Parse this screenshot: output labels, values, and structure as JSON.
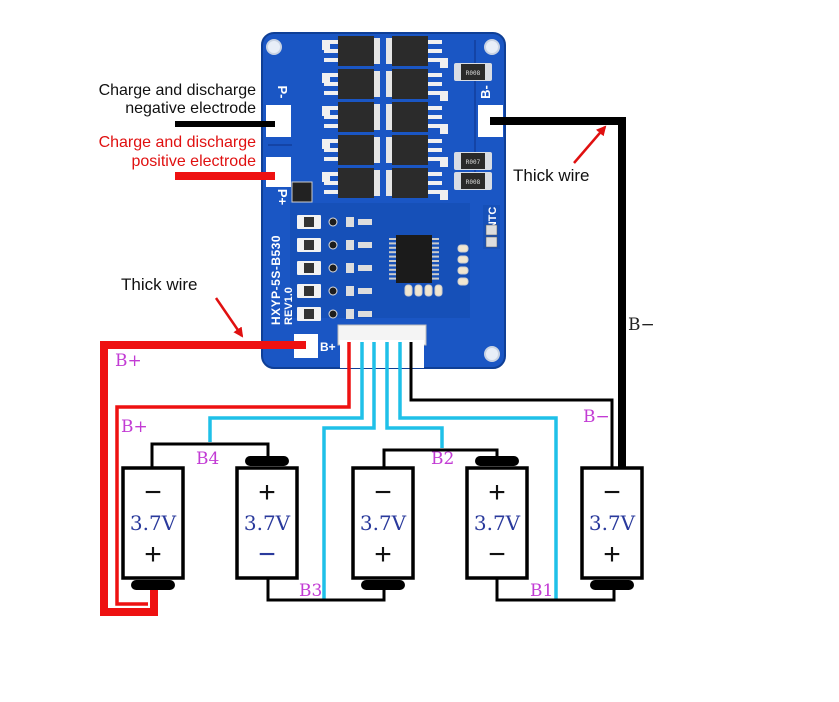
{
  "title": "5S BMS board wiring diagram",
  "colors": {
    "board": "#1a56c4",
    "board_dark": "#123f9c",
    "red_wire": "#ee1111",
    "cyan_wire": "#1fc0e8",
    "black_wire": "#000000",
    "magenta_label": "#c23bd4",
    "battery_text": "#2a3a9c",
    "callout_red": "#e01010"
  },
  "board": {
    "model_label": "HXYP-5S-B530",
    "revision_label": "REV1.0",
    "pad_p_minus": "P-",
    "pad_p_plus": "P+",
    "pad_b_minus": "B-",
    "pad_b_plus": "B+",
    "ntc_label": "NTC",
    "resistor_labels": [
      "R008",
      "R007",
      "R008"
    ],
    "connector_pins": 6
  },
  "annotations": {
    "negative_line1": "Charge and discharge",
    "negative_line2": "negative electrode",
    "positive_line1": "Charge and discharge",
    "positive_line2": "positive electrode",
    "thick_wire_right": "Thick wire",
    "thick_wire_left": "Thick wire",
    "b_minus_right": "B−"
  },
  "wire_labels": {
    "b_plus_outer": "B+",
    "b_plus_inner": "B+",
    "b_minus_inner": "B−",
    "b4": "B4",
    "b3": "B3",
    "b2": "B2",
    "b1": "B1"
  },
  "batteries": [
    {
      "voltage": "3.7V",
      "top": "−",
      "bottom": "+"
    },
    {
      "voltage": "3.7V",
      "top": "+",
      "bottom": "−"
    },
    {
      "voltage": "3.7V",
      "top": "−",
      "bottom": "+"
    },
    {
      "voltage": "3.7V",
      "top": "+",
      "bottom": "−"
    },
    {
      "voltage": "3.7V",
      "top": "−",
      "bottom": "+"
    }
  ]
}
